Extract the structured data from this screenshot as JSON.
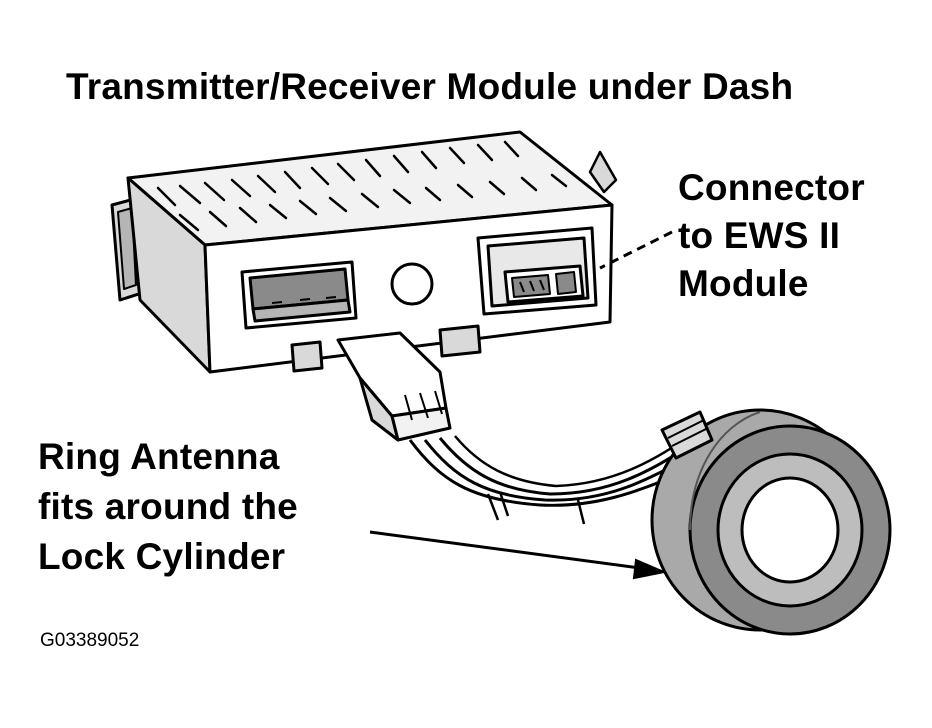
{
  "title": "Transmitter/Receiver Module under Dash",
  "connector_label": [
    "Connector",
    "to EWS II",
    "Module"
  ],
  "ring_label": [
    "Ring Antenna",
    "fits around the",
    "Lock Cylinder"
  ],
  "figure_code": "G03389052",
  "colors": {
    "ink": "#000000",
    "body_light": "#f2f2f2",
    "body_mid": "#d9d9d9",
    "body_dark": "#b5b5b5",
    "ring_dark": "#8a8a8a",
    "ring_mid": "#a9a9a9"
  }
}
